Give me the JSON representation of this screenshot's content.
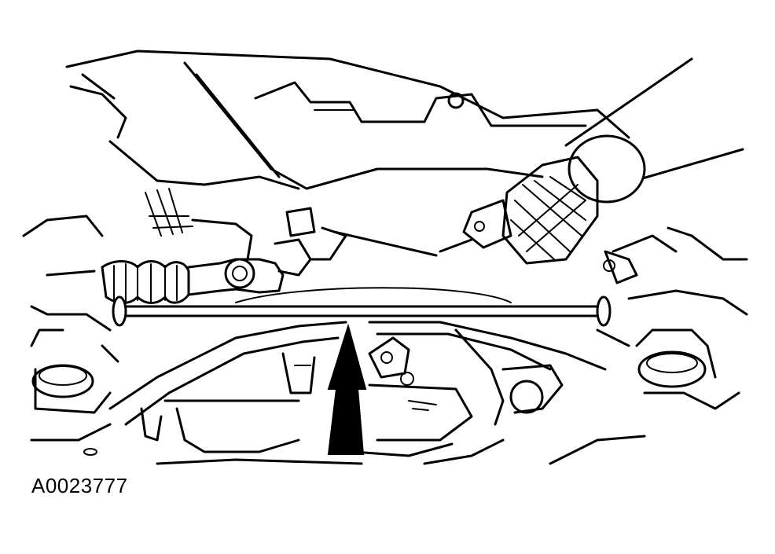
{
  "figure": {
    "id_label": "A0023777",
    "line_color": "#000000",
    "background_color": "#ffffff"
  },
  "callouts": [
    {
      "name": "pointer-arrow",
      "direction": "up"
    }
  ]
}
